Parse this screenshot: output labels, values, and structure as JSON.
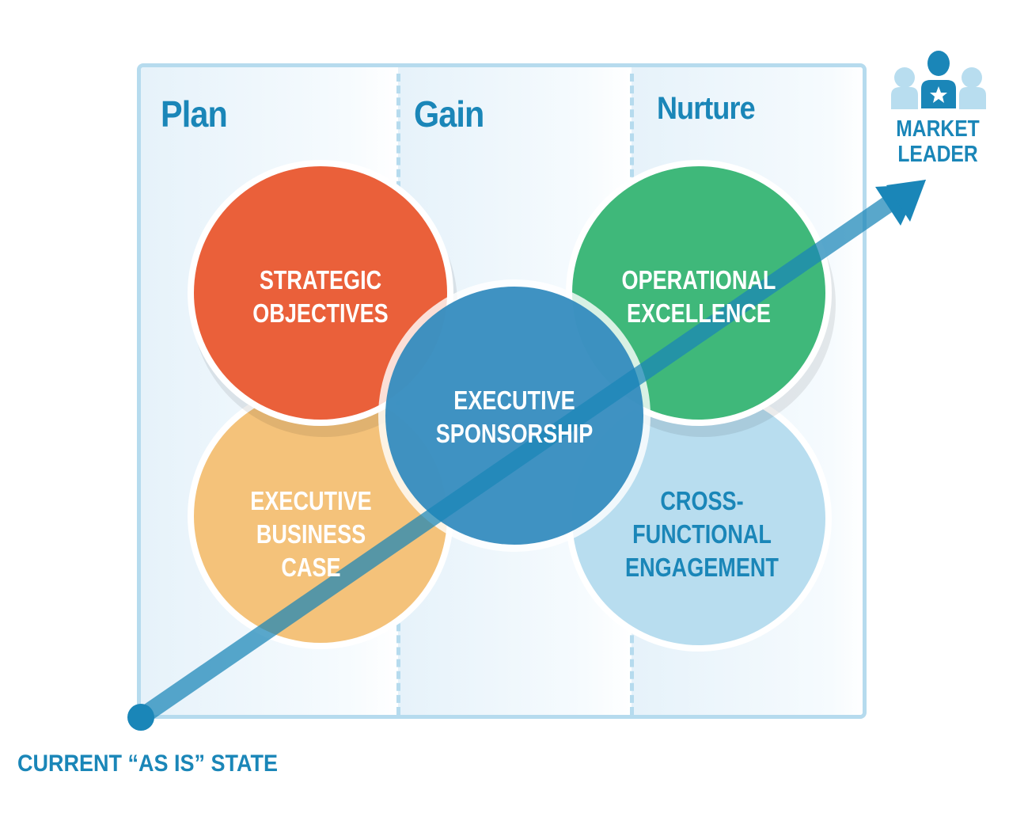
{
  "diagram": {
    "phases": [
      {
        "label": "Plan"
      },
      {
        "label": "Gain"
      },
      {
        "label": "Nurture"
      }
    ],
    "circles": {
      "strategic_objectives": {
        "line1": "STRATEGIC",
        "line2": "OBJECTIVES",
        "color": "#ea603a"
      },
      "executive_business_case": {
        "line1": "EXECUTIVE",
        "line2": "BUSINESS",
        "line3": "CASE",
        "color": "#f4c27a"
      },
      "executive_sponsorship": {
        "line1": "EXECUTIVE",
        "line2": "SPONSORSHIP",
        "color": "#2f89bd"
      },
      "operational_excellence": {
        "line1": "OPERATIONAL",
        "line2": "EXCELLENCE",
        "color": "#3fb87a"
      },
      "cross_functional_engagement": {
        "line1": "CROSS-",
        "line2": "FUNCTIONAL",
        "line3": "ENGAGEMENT",
        "color": "#b8ddef"
      }
    },
    "start_label": "CURRENT “AS IS” STATE",
    "end_label": {
      "line1": "MARKET",
      "line2": "LEADER"
    },
    "colors": {
      "accent_blue": "#1a86b8",
      "frame_border": "#b6dbee",
      "arrow": "#1a86b8"
    }
  }
}
